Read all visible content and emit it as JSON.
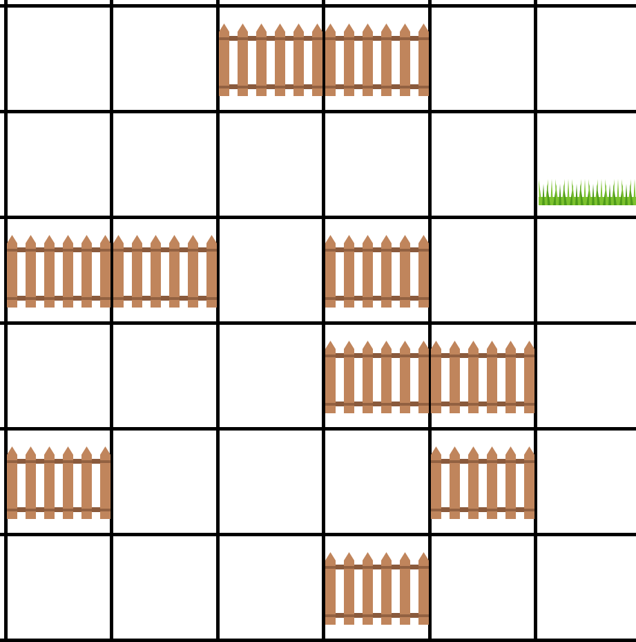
{
  "board": {
    "rows": 6,
    "cols": 6,
    "grid_color": "#000000",
    "cell_background": "#ffffff"
  },
  "legend_colors": {
    "fence": "#c0855c",
    "fence_rail": "#8a5a3c",
    "grass": "#7cc22e",
    "grass_dark": "#4e9a1a"
  },
  "objects": [
    {
      "type": "fence",
      "icon": "fence-icon",
      "row": 0,
      "col": 2
    },
    {
      "type": "fence",
      "icon": "fence-icon",
      "row": 0,
      "col": 3
    },
    {
      "type": "grass",
      "icon": "grass-icon",
      "row": 1,
      "col": 5
    },
    {
      "type": "fence",
      "icon": "fence-icon",
      "row": 2,
      "col": 0
    },
    {
      "type": "fence",
      "icon": "fence-icon",
      "row": 2,
      "col": 1
    },
    {
      "type": "fence",
      "icon": "fence-icon",
      "row": 2,
      "col": 3
    },
    {
      "type": "fence",
      "icon": "fence-icon",
      "row": 3,
      "col": 3
    },
    {
      "type": "fence",
      "icon": "fence-icon",
      "row": 3,
      "col": 4
    },
    {
      "type": "fence",
      "icon": "fence-icon",
      "row": 4,
      "col": 0
    },
    {
      "type": "fence",
      "icon": "fence-icon",
      "row": 4,
      "col": 4
    },
    {
      "type": "fence",
      "icon": "fence-icon",
      "row": 5,
      "col": 3
    }
  ]
}
